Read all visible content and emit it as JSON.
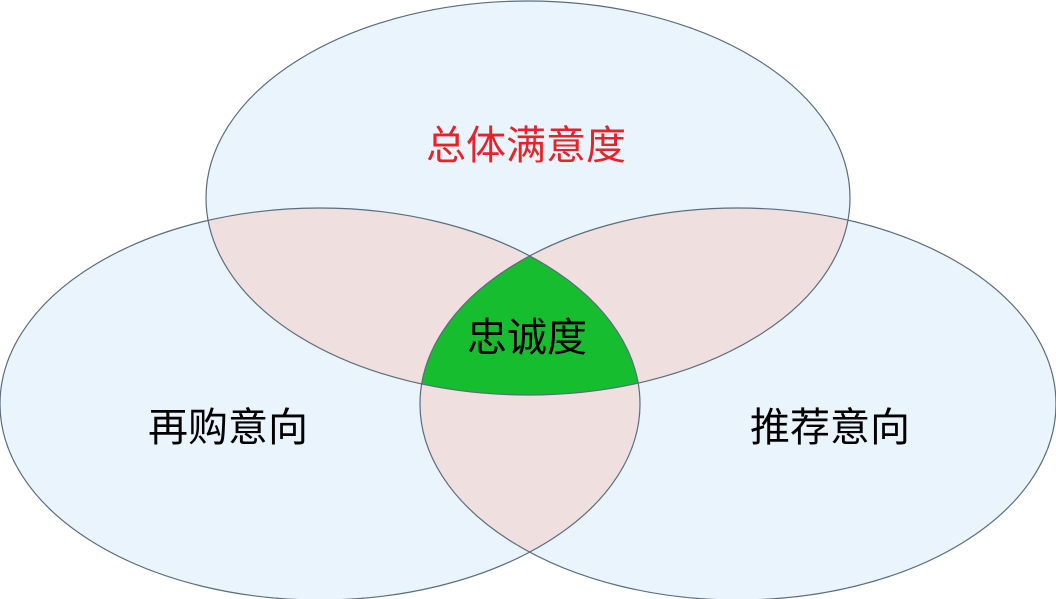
{
  "diagram": {
    "type": "venn",
    "sets": [
      {
        "id": "top",
        "label": "总体满意度",
        "color": "#e8222b"
      },
      {
        "id": "left",
        "label": "再购意向",
        "color": "#000000"
      },
      {
        "id": "right",
        "label": "推荐意向",
        "color": "#000000"
      }
    ],
    "intersection": {
      "label": "忠诚度",
      "fill": "#16bd2e"
    },
    "colors": {
      "circle_fill": "#eaf4fc",
      "overlap_fill": "#efdfdf",
      "stroke": "#5a6d7e"
    }
  }
}
